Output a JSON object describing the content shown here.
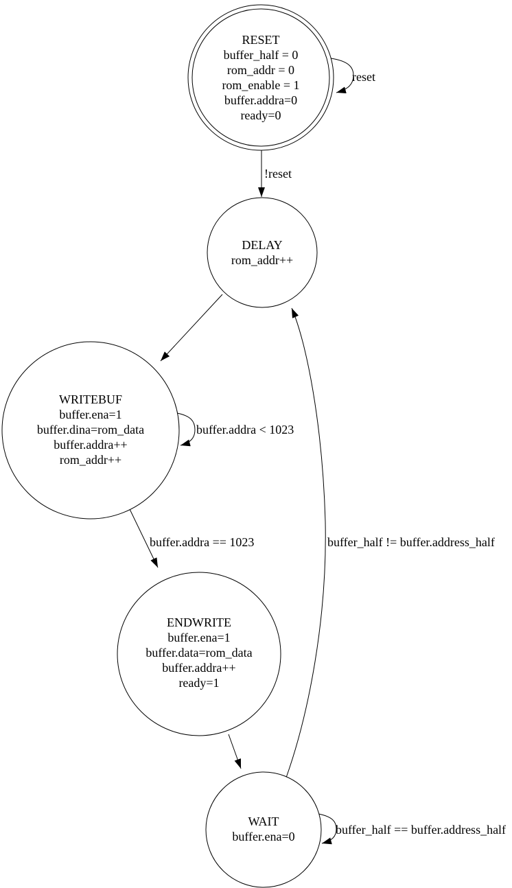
{
  "diagram": {
    "type": "finite-state-machine",
    "background_color": "#ffffff",
    "stroke_color": "#000000",
    "text_color": "#000000",
    "states": [
      {
        "id": "RESET",
        "shape": "doublecircle",
        "lines": [
          "RESET",
          "buffer_half = 0",
          "rom_addr = 0",
          "rom_enable = 1",
          "buffer.addra=0",
          "ready=0"
        ]
      },
      {
        "id": "DELAY",
        "shape": "circle",
        "lines": [
          "DELAY",
          "rom_addr++"
        ]
      },
      {
        "id": "WRITEBUF",
        "shape": "circle",
        "lines": [
          "WRITEBUF",
          "buffer.ena=1",
          "buffer.dina=rom_data",
          "buffer.addra++",
          "rom_addr++"
        ]
      },
      {
        "id": "ENDWRITE",
        "shape": "circle",
        "lines": [
          "ENDWRITE",
          "buffer.ena=1",
          "buffer.data=rom_data",
          "buffer.addra++",
          "ready=1"
        ]
      },
      {
        "id": "WAIT",
        "shape": "circle",
        "lines": [
          "WAIT",
          "buffer.ena=0"
        ]
      }
    ],
    "transitions": [
      {
        "from": "RESET",
        "to": "RESET",
        "label": "reset"
      },
      {
        "from": "RESET",
        "to": "DELAY",
        "label": "!reset"
      },
      {
        "from": "DELAY",
        "to": "WRITEBUF",
        "label": ""
      },
      {
        "from": "WRITEBUF",
        "to": "WRITEBUF",
        "label": "buffer.addra < 1023"
      },
      {
        "from": "WRITEBUF",
        "to": "ENDWRITE",
        "label": "buffer.addra == 1023"
      },
      {
        "from": "ENDWRITE",
        "to": "WAIT",
        "label": ""
      },
      {
        "from": "WAIT",
        "to": "WAIT",
        "label": "buffer_half == buffer.address_half"
      },
      {
        "from": "WAIT",
        "to": "DELAY",
        "label": "buffer_half != buffer.address_half"
      }
    ]
  }
}
